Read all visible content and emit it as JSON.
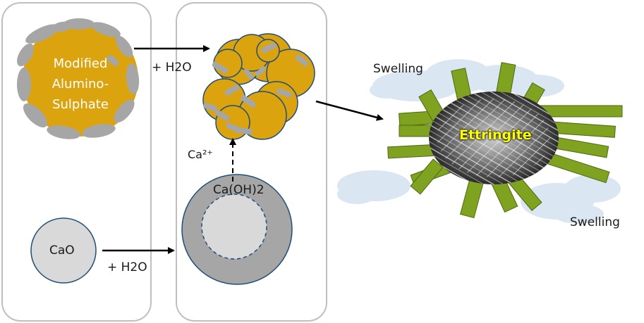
{
  "colors": {
    "panel_border": "#bfbfbf",
    "sulphate_fill": "#dba30e",
    "sulphate_shell": "#a6a6a6",
    "particle_stroke": "#1f4e79",
    "cao_fill": "#d9d9d9",
    "hydroxide_ring": "#a6a6a6",
    "ettringite_green": "#7fa321",
    "cloud_fill": "#dbe6f3",
    "ettringite_label": "#ffff00",
    "arrow": "#000000"
  },
  "labels": {
    "modified_line1": "Modified",
    "modified_line2": "Alumino-",
    "modified_line3": "Sulphate",
    "water_top": "+ H2O",
    "calcium_ion": "Ca²⁺",
    "calcium_hydroxide": "Ca(OH)2",
    "lime": "CaO",
    "water_bottom": "+ H2O",
    "swelling_top": "Swelling",
    "ettringite": "Ettringite",
    "swelling_bottom": "Swelling"
  }
}
